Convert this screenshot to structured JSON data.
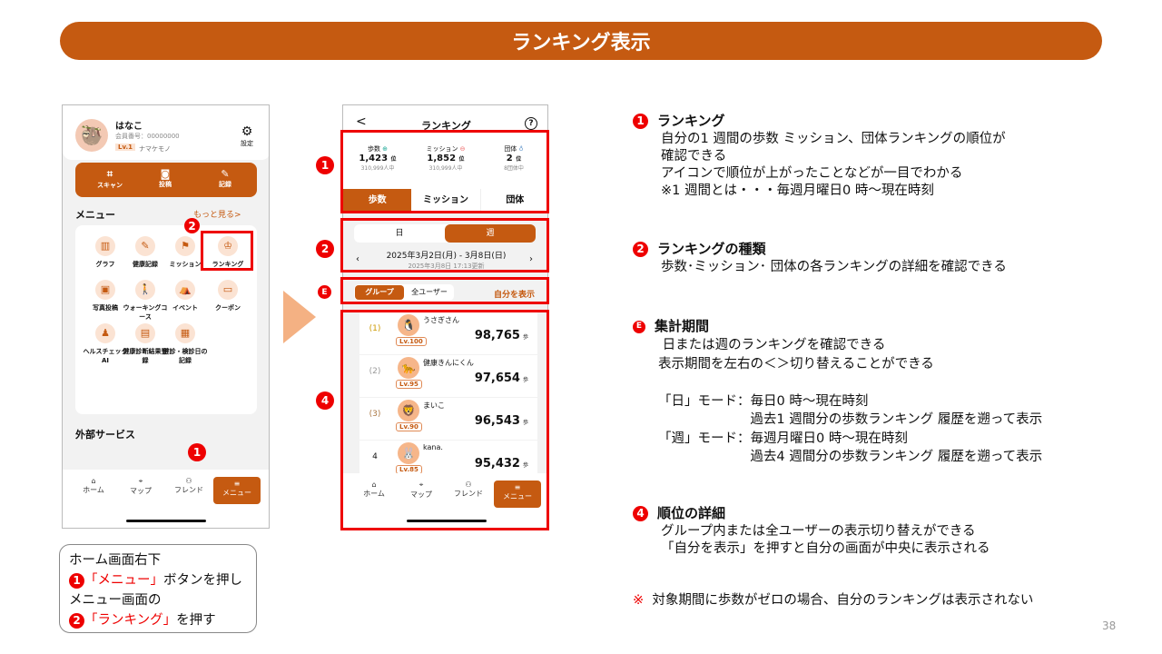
{
  "title": "ランキング表示",
  "page_number": "38",
  "home_screen": {
    "user_name": "はなこ",
    "member_no": "会員番号：00000000",
    "level": "Lv.1",
    "nickname": "ナマケモノ",
    "settings": "設定",
    "actions": [
      "スキャン",
      "投稿",
      "記録"
    ],
    "menu_heading": "メニュー",
    "more": "もっと見る>",
    "menu_items": [
      "グラフ",
      "健康記録",
      "ミッション",
      "ランキング",
      "写真投稿",
      "ウォーキングコース",
      "イベント",
      "クーポン",
      "ヘルスチェックAI",
      "健康診断結果登録",
      "健診・検診日の記録"
    ],
    "external": "外部サービス",
    "nav": [
      "ホーム",
      "マップ",
      "フレンド",
      "メニュー"
    ]
  },
  "ranking_screen": {
    "title": "ランキング",
    "back": "<",
    "help": "?",
    "summary": [
      {
        "label": "歩数",
        "rank": "1,423",
        "unit": "位",
        "total": "310,999人中"
      },
      {
        "label": "ミッション",
        "rank": "1,852",
        "unit": "位",
        "total": "310,999人中"
      },
      {
        "label": "団体",
        "rank": "2",
        "unit": "位",
        "total": "8団体中"
      }
    ],
    "tabs": [
      "歩数",
      "ミッション",
      "団体"
    ],
    "period_toggle": [
      "日",
      "週"
    ],
    "period": "2025年3月2日(月) - 3月8日(日)",
    "updated": "2025年3月8日 17:13更新",
    "scope_toggle": [
      "グループ",
      "全ユーザー"
    ],
    "show_self": "自分を表示",
    "rows": [
      {
        "rank": "(1)",
        "name": "うさぎさん",
        "level": "Lv.100",
        "steps": "98,765",
        "unit": "歩"
      },
      {
        "rank": "(2)",
        "name": "健康きんにくん",
        "level": "Lv.95",
        "steps": "97,654",
        "unit": "歩"
      },
      {
        "rank": "(3)",
        "name": "まいこ",
        "level": "Lv.90",
        "steps": "96,543",
        "unit": "歩"
      },
      {
        "rank": "4",
        "name": "kana.",
        "level": "Lv.85",
        "steps": "95,432",
        "unit": "歩"
      }
    ],
    "nav": [
      "ホーム",
      "マップ",
      "フレンド",
      "メニュー"
    ]
  },
  "markers": {
    "one": "1",
    "two": "2",
    "e": "E",
    "four": "4"
  },
  "instruction": {
    "line1": "ホーム画面右下",
    "line2_red": "「メニュー」",
    "line2": "ボタンを押し",
    "line3": "メニュー画面の",
    "line4_red": "「ランキング」",
    "line4": "を押す"
  },
  "notes": [
    {
      "heading": "ランキング",
      "body": "自分の1 週間の歩数 ミッション、団体ランキングの順位が\n確認できる\nアイコンで順位が上がったことなどが一目でわかる\n※1 週間とは・・・毎週月曜日0 時〜現在時刻"
    },
    {
      "heading": "ランキングの種類",
      "body": "歩数･ミッション･ 団体の各ランキングの詳細を確認できる"
    },
    {
      "heading": "集計期間",
      "body": " 日または週のランキングを確認できる\n表示期間を左右の＜＞切り替えることができる\n\n「日」モード：毎日0 時〜現在時刻\n                      過去1 週間分の歩数ランキング 履歴を遡って表示\n「週」モード：毎週月曜日0 時〜現在時刻\n                      過去4 週間分の歩数ランキング 履歴を遡って表示"
    },
    {
      "heading": "順位の詳細",
      "body": "グループ内または全ユーザーの表示切り替えができる\n「自分を表示」を押すと自分の画面が中央に表示される"
    }
  ],
  "footnote_mark": "※",
  "footnote": "対象期間に歩数がゼロの場合、自分のランキングは表示されない",
  "colors": {
    "accent": "#C55A11",
    "marker": "#E00000",
    "arrow": "#F4B183"
  }
}
